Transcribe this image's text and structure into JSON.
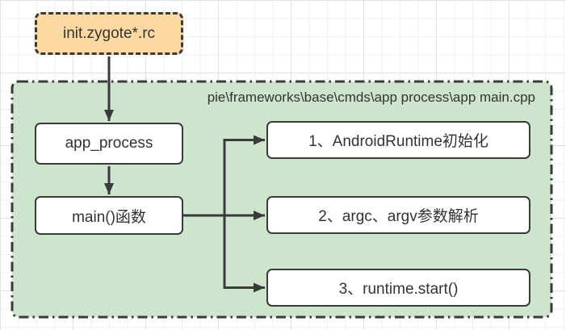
{
  "diagram": {
    "source_box": {
      "label": "init.zygote*.rc"
    },
    "container": {
      "path_label": "pie\\frameworks\\base\\cmds\\app process\\app main.cpp",
      "nodes": [
        {
          "label": "app_process"
        },
        {
          "label": "main()函数"
        }
      ],
      "steps": [
        {
          "label": "1、AndroidRuntime初始化"
        },
        {
          "label": "2、argc、argv参数解析"
        },
        {
          "label": "3、runtime.start()"
        }
      ]
    }
  },
  "colors": {
    "source-fill": "#FCD9A3",
    "container-fill": "#CDE5CC",
    "stroke": "#3A3A3A",
    "node-fill": "#FFFFFF",
    "text": "#333333"
  }
}
